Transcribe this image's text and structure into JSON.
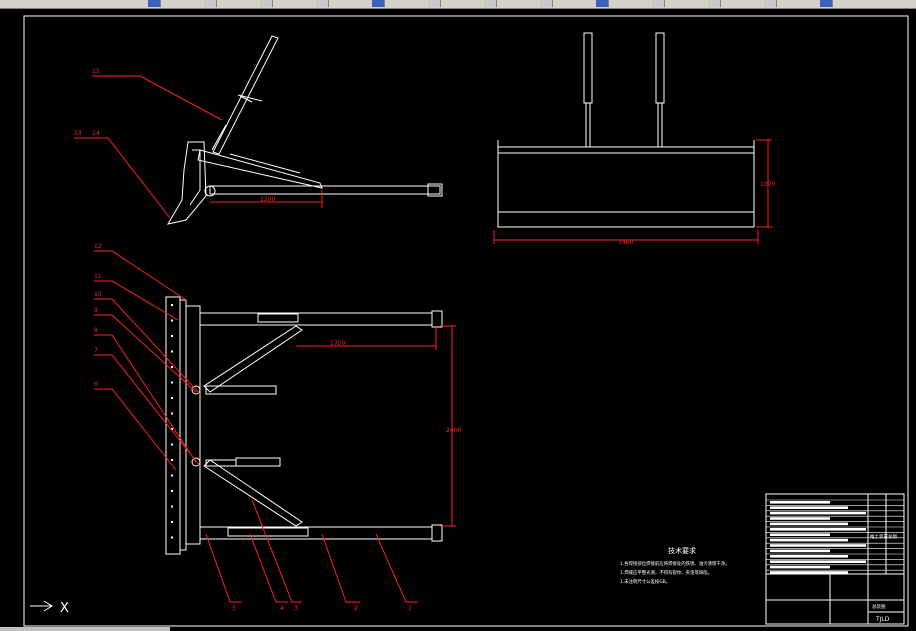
{
  "toolbar": {
    "icons": [
      "save-icon",
      "print-icon",
      "open-icon",
      "copy-icon",
      "paste-icon",
      "undo-icon",
      "redo-icon",
      "pan-icon",
      "zoom-icon",
      "layer-icon",
      "properties-icon",
      "match-icon",
      "help-icon"
    ]
  },
  "drawing": {
    "side_view": {
      "dim_horizontal": "1200",
      "balloons": [
        "15",
        "13",
        "14"
      ]
    },
    "front_view": {
      "dim_width": "3460",
      "dim_height": "1070"
    },
    "top_view": {
      "dim_horizontal": "1750",
      "dim_vertical": "2460",
      "balloons_left": [
        "12",
        "11",
        "10",
        "9",
        "8",
        "7",
        "6"
      ],
      "balloons_bottom": [
        "5",
        "4",
        "3",
        "2",
        "1"
      ]
    },
    "notes": {
      "title": "技术要求",
      "lines": [
        "1.各焊接部位焊接前应将焊接处的铁锈、油污清理干净。",
        "1.焊缝应平整光滑，不得有裂纹、夹渣等缺陷。",
        "1.未注明尺寸公差按GB。"
      ]
    },
    "title_block": {
      "name": "推土装置总图",
      "code": "TJLD",
      "material": "总装图"
    }
  },
  "ucs": {
    "axis": "X"
  },
  "colors": {
    "line": "#ffffff",
    "leader": "#ff2020",
    "background": "#000000"
  }
}
